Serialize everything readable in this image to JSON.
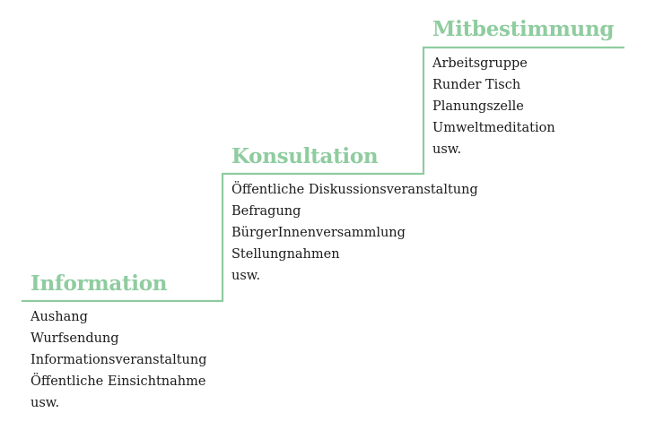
{
  "colors": {
    "accent": "#8fcc9f",
    "text": "#1a1a1a"
  },
  "steps": [
    {
      "title": "Information",
      "items": [
        "Aushang",
        "Wurfsendung",
        "Informationsveranstaltung",
        "Öffentliche Einsichtnahme",
        "usw."
      ]
    },
    {
      "title": "Konsultation",
      "items": [
        "Öffentliche Diskussionsveranstaltung",
        "Befragung",
        "BürgerInnenversammlung",
        "Stellungnahmen",
        "usw."
      ]
    },
    {
      "title": "Mitbestimmung",
      "items": [
        "Arbeitsgruppe",
        "Runder Tisch",
        "Planungszelle",
        "Umweltmeditation",
        "usw."
      ]
    }
  ]
}
